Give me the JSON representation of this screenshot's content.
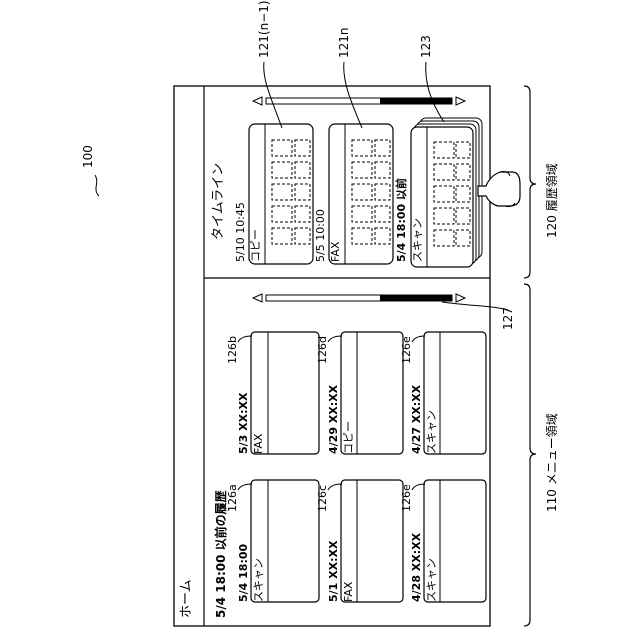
{
  "figure": {
    "device_ref": "100",
    "menu_area_label": "110 メニュー領域",
    "history_area_label": "120 履歴領域"
  },
  "home_title": "ホーム",
  "timeline": {
    "title": "タイムライン",
    "ref_card_prev": "121(n−1)",
    "ref_card_n": "121n",
    "ref_stack": "123",
    "cards": [
      {
        "timestamp": "5/10 10:45",
        "job": "コピー"
      },
      {
        "timestamp": "5/5 10:00",
        "job": "FAX"
      },
      {
        "timestamp": "5/4 18:00 以前",
        "job": "スキャン"
      }
    ]
  },
  "menu": {
    "heading": "5/4 18:00 以前の履歴",
    "scrollbar_ref": "127",
    "cards": [
      {
        "ref": "126a",
        "timestamp": "5/4 18:00",
        "job": "スキャン"
      },
      {
        "ref": "126b",
        "timestamp": "5/3 XX:XX",
        "job": "FAX"
      },
      {
        "ref": "126c",
        "timestamp": "5/1 XX:XX",
        "job": "FAX"
      },
      {
        "ref": "126d",
        "timestamp": "4/29 XX:XX",
        "job": "コピー"
      },
      {
        "ref": "126e",
        "timestamp": "4/28 XX:XX",
        "job": "スキャン"
      },
      {
        "ref": "126e",
        "timestamp": "4/27 XX:XX",
        "job": "スキャン"
      }
    ]
  }
}
